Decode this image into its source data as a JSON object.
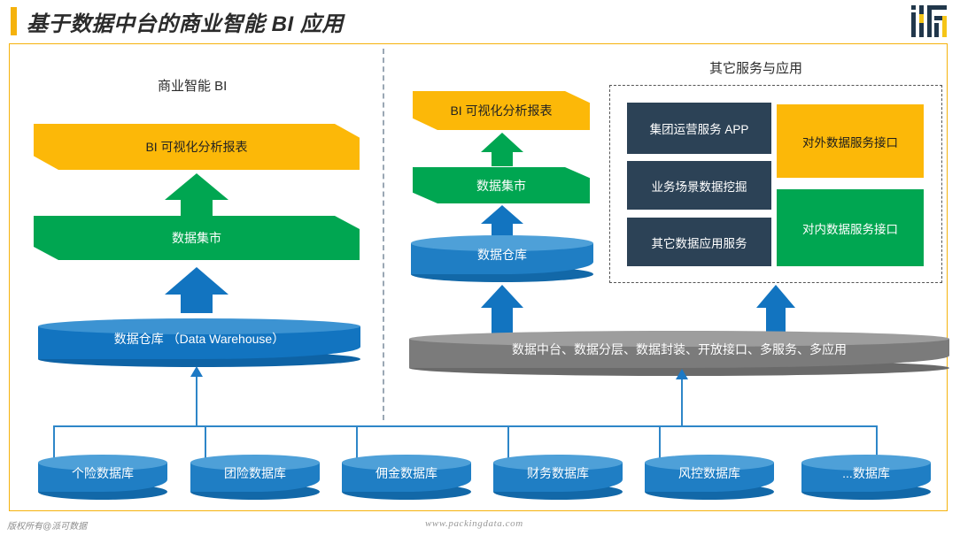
{
  "header": {
    "title": "基于数据中台的商业智能 BI 应用",
    "logo_name": "ifr-logo",
    "accent_color": "#F5B20C"
  },
  "left_section": {
    "caption": "商业智能 BI",
    "layers": [
      {
        "label": "BI 可视化分析报表",
        "color": "#FCB808",
        "shape": "banner"
      },
      {
        "label": "数据集市",
        "color": "#00A651",
        "shape": "banner"
      },
      {
        "label": "数据仓库 （Data Warehouse）",
        "color": "#1274C0",
        "shape": "cylinder"
      }
    ],
    "arrows": [
      {
        "name": "arrow-up-green",
        "color": "#00A651"
      },
      {
        "name": "arrow-up-blue",
        "color": "#1274C0"
      }
    ]
  },
  "middle_section": {
    "layers": [
      {
        "label": "BI 可视化分析报表",
        "color": "#FCB808",
        "shape": "banner"
      },
      {
        "label": "数据集市",
        "color": "#00A651",
        "shape": "banner"
      },
      {
        "label": "数据仓库",
        "color": "#1F7EC4",
        "shape": "cylinder"
      }
    ],
    "arrows": [
      {
        "name": "arrow-up-green",
        "color": "#00A651"
      },
      {
        "name": "arrow-up-blue",
        "color": "#1274C0"
      },
      {
        "name": "arrow-up-blue-platform",
        "color": "#1274C0"
      }
    ]
  },
  "right_section": {
    "caption": "其它服务与应用",
    "service_tiles": [
      {
        "label": "集团运营服务 APP",
        "color": "#2C4256"
      },
      {
        "label": "业务场景数据挖掘",
        "color": "#2C4256"
      },
      {
        "label": "其它数据应用服务",
        "color": "#2C4256"
      }
    ],
    "interface_tiles": [
      {
        "label": "对外数据服务接口",
        "color": "#FCB808"
      },
      {
        "label": "对内数据服务接口",
        "color": "#00A651"
      }
    ]
  },
  "platform": {
    "label": "数据中台、数据分层、数据封装、开放接口、多服务、多应用",
    "color": "#7B7B7B"
  },
  "sources": {
    "databases": [
      {
        "label": "个险数据库"
      },
      {
        "label": "团险数据库"
      },
      {
        "label": "佣金数据库"
      },
      {
        "label": "财务数据库"
      },
      {
        "label": "风控数据库"
      },
      {
        "label": "...数据库"
      }
    ],
    "connector_color": "#2E86C8"
  },
  "footer": {
    "copyright": "版权所有@派可数据",
    "website": "www.packingdata.com"
  }
}
